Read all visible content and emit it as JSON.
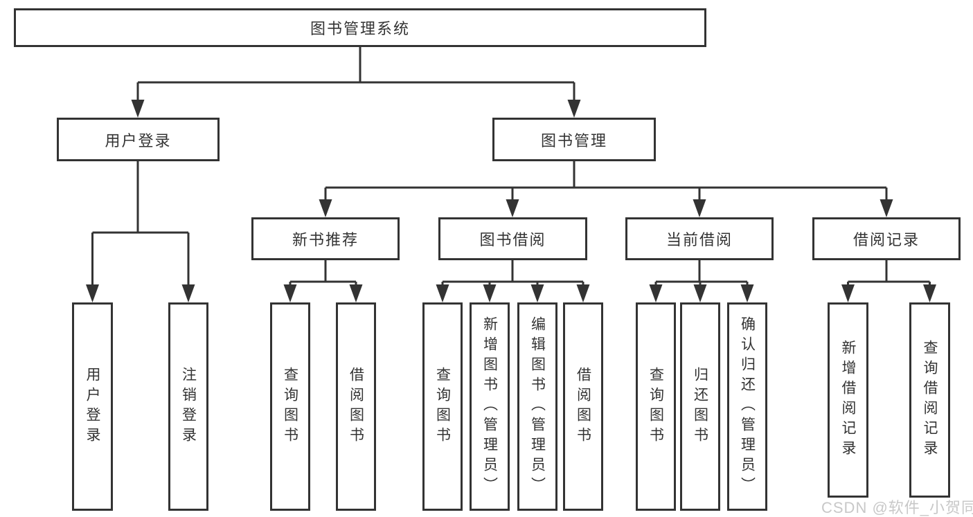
{
  "diagram": {
    "root": "图书管理系统",
    "user_login": {
      "label": "用户登录",
      "children": [
        "用户登录",
        "注销登录"
      ]
    },
    "book_mgmt": {
      "label": "图书管理",
      "groups": [
        {
          "label": "新书推荐",
          "children": [
            "查询图书",
            "借阅图书"
          ]
        },
        {
          "label": "图书借阅",
          "children": [
            "查询图书",
            "新增图书（管理员）",
            "编辑图书（管理员）",
            "借阅图书"
          ]
        },
        {
          "label": "当前借阅",
          "children": [
            "查询图书",
            "归还图书",
            "确认归还（管理员）"
          ]
        },
        {
          "label": "借阅记录",
          "children": [
            "新增借阅记录",
            "查询借阅记录"
          ]
        }
      ]
    }
  },
  "watermark": "CSDN @软件_小贺同学",
  "colors": {
    "line": "#333333",
    "box_border": "#333333",
    "text": "#333333",
    "watermark": "#c8c8c8",
    "background": "#ffffff"
  }
}
